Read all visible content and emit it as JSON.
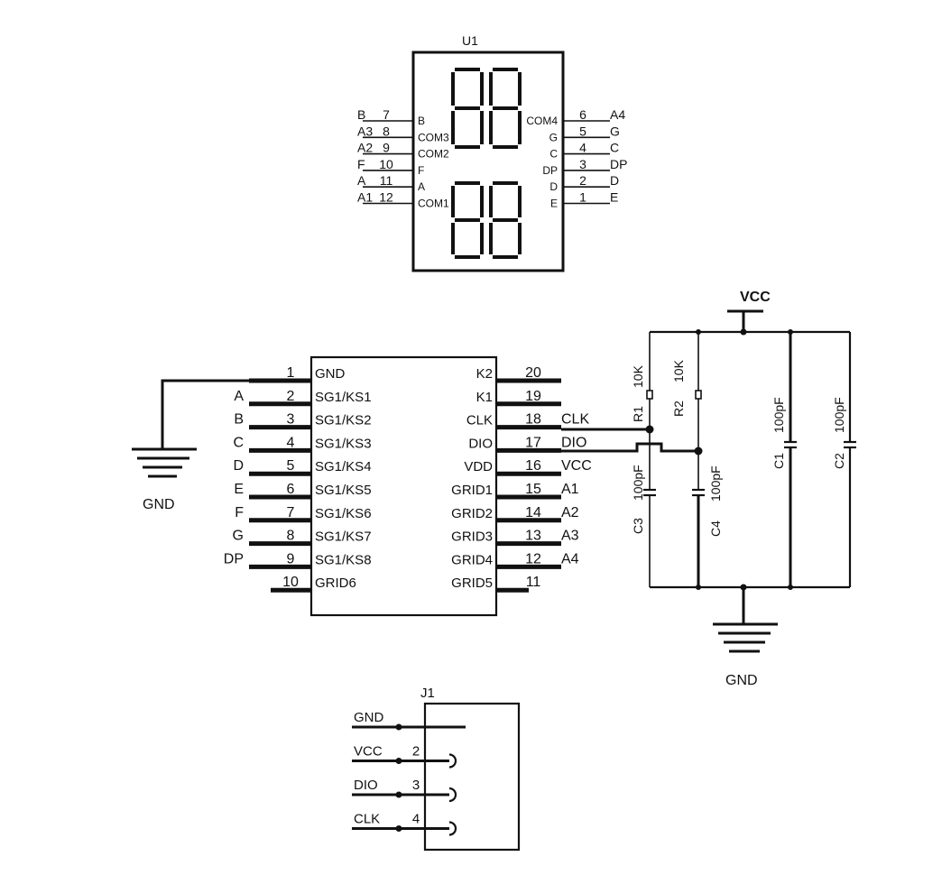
{
  "display": {
    "designator": "U1",
    "left_pins": [
      {
        "net": "B",
        "num": "7",
        "pin": "B"
      },
      {
        "net": "A3",
        "num": "8",
        "pin": "COM3"
      },
      {
        "net": "A2",
        "num": "9",
        "pin": "COM2"
      },
      {
        "net": "F",
        "num": "10",
        "pin": "F"
      },
      {
        "net": "A",
        "num": "11",
        "pin": "A"
      },
      {
        "net": "A1",
        "num": "12",
        "pin": "COM1"
      }
    ],
    "right_pins": [
      {
        "pin": "COM4",
        "num": "6",
        "net": "A4"
      },
      {
        "pin": "G",
        "num": "5",
        "net": "G"
      },
      {
        "pin": "C",
        "num": "4",
        "net": "C"
      },
      {
        "pin": "DP",
        "num": "3",
        "net": "DP"
      },
      {
        "pin": "D",
        "num": "2",
        "net": "D"
      },
      {
        "pin": "E",
        "num": "1",
        "net": "E"
      }
    ]
  },
  "ic": {
    "left_pins": [
      {
        "num": "1",
        "name": "GND",
        "net": ""
      },
      {
        "num": "2",
        "name": "SG1/KS1",
        "net": "A"
      },
      {
        "num": "3",
        "name": "SG1/KS2",
        "net": "B"
      },
      {
        "num": "4",
        "name": "SG1/KS3",
        "net": "C"
      },
      {
        "num": "5",
        "name": "SG1/KS4",
        "net": "D"
      },
      {
        "num": "6",
        "name": "SG1/KS5",
        "net": "E"
      },
      {
        "num": "7",
        "name": "SG1/KS6",
        "net": "F"
      },
      {
        "num": "8",
        "name": "SG1/KS7",
        "net": "G"
      },
      {
        "num": "9",
        "name": "SG1/KS8",
        "net": "DP"
      },
      {
        "num": "10",
        "name": "GRID6",
        "net": ""
      }
    ],
    "right_pins": [
      {
        "num": "20",
        "name": "K2",
        "net": ""
      },
      {
        "num": "19",
        "name": "K1",
        "net": ""
      },
      {
        "num": "18",
        "name": "CLK",
        "net": "CLK"
      },
      {
        "num": "17",
        "name": "DIO",
        "net": "DIO"
      },
      {
        "num": "16",
        "name": "VDD",
        "net": "VCC"
      },
      {
        "num": "15",
        "name": "GRID1",
        "net": "A1"
      },
      {
        "num": "14",
        "name": "GRID2",
        "net": "A2"
      },
      {
        "num": "13",
        "name": "GRID3",
        "net": "A3"
      },
      {
        "num": "12",
        "name": "GRID4",
        "net": "A4"
      },
      {
        "num": "11",
        "name": "GRID5",
        "net": ""
      }
    ],
    "gnd_label": "GND"
  },
  "passives": {
    "vcc_label": "VCC",
    "gnd_label": "GND",
    "r1": {
      "ref": "R1",
      "value": "10K"
    },
    "r2": {
      "ref": "R2",
      "value": "10K"
    },
    "c1": {
      "ref": "C1",
      "value": "100pF"
    },
    "c2": {
      "ref": "C2",
      "value": "100pF"
    },
    "c3": {
      "ref": "C3",
      "value": "100pF"
    },
    "c4": {
      "ref": "C4",
      "value": "100pF"
    }
  },
  "connector": {
    "designator": "J1",
    "pins": [
      {
        "net": "GND",
        "num": ""
      },
      {
        "net": "VCC",
        "num": "2"
      },
      {
        "net": "DIO",
        "num": "3"
      },
      {
        "net": "CLK",
        "num": "4"
      }
    ]
  }
}
